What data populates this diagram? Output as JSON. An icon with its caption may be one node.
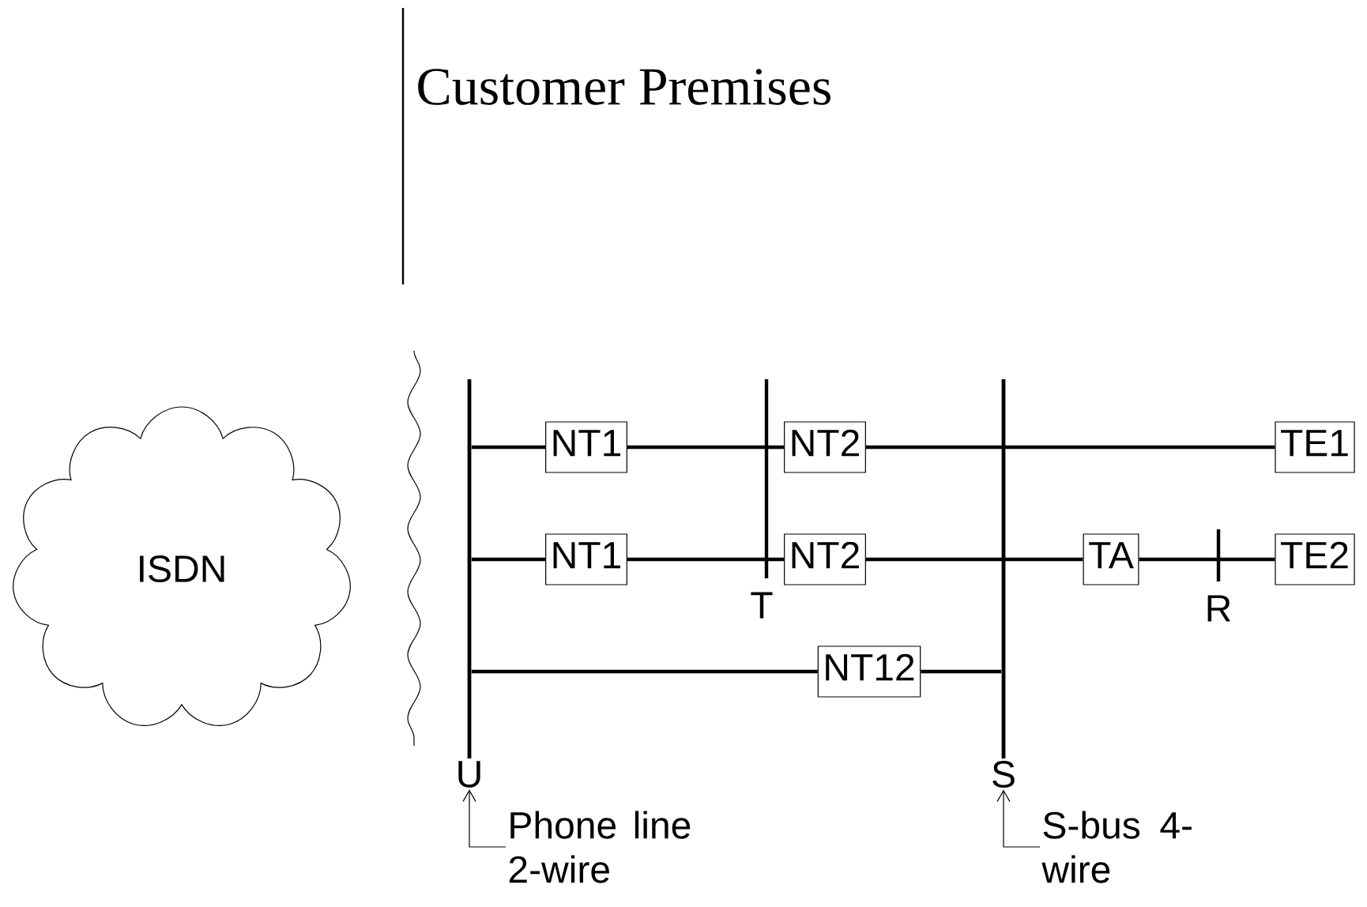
{
  "diagram": {
    "nodes": [
      {
        "text": [
          "ISDN"
        ]
      },
      {
        "text": [],
        "shape": "bar"
      },
      {
        "text": [
          "NT1"
        ]
      },
      {
        "text": [
          "NT2"
        ]
      },
      {
        "text": [],
        "shape": "bar"
      },
      {
        "text": [
          "TE1"
        ]
      },
      {
        "text": [
          "NT1"
        ]
      },
      {
        "text": [
          "NT2"
        ]
      },
      {
        "text": [
          "TA"
        ]
      },
      {
        "text": [
          "TE2"
        ]
      },
      {
        "text": [
          "NT12"
        ]
      },
      {
        "text": [
          "U"
        ]
      },
      {
        "text": [
          "S"
        ]
      },
      {
        "text": [
          "Phone line 2-wire"
        ]
      },
      {
        "text": [
          "S-bus 4-wire"
        ]
      }
    ],
    "edges": [
      {
        "from": 1,
        "to": 2,
        "arrow": "none"
      },
      {
        "from": 2,
        "to": 3,
        "arrow": "none"
      },
      {
        "from": 3,
        "to": 5,
        "arrow": "none"
      },
      {
        "from": 1,
        "to": 6,
        "arrow": "none"
      },
      {
        "from": 6,
        "to": 7,
        "arrow": "none"
      },
      {
        "from": 7,
        "to": 8,
        "arrow": "none"
      },
      {
        "from": 8,
        "to": 9,
        "arrow": "none"
      },
      {
        "from": 1,
        "to": 10,
        "arrow": "none"
      },
      {
        "from": 10,
        "to": 4,
        "arrow": "none"
      },
      {
        "from": 13,
        "to": 11,
        "arrow": "to"
      },
      {
        "from": 14,
        "to": 12,
        "arrow": "to"
      }
    ],
    "labels": [
      "Customer Premises",
      "T",
      "R"
    ]
  }
}
